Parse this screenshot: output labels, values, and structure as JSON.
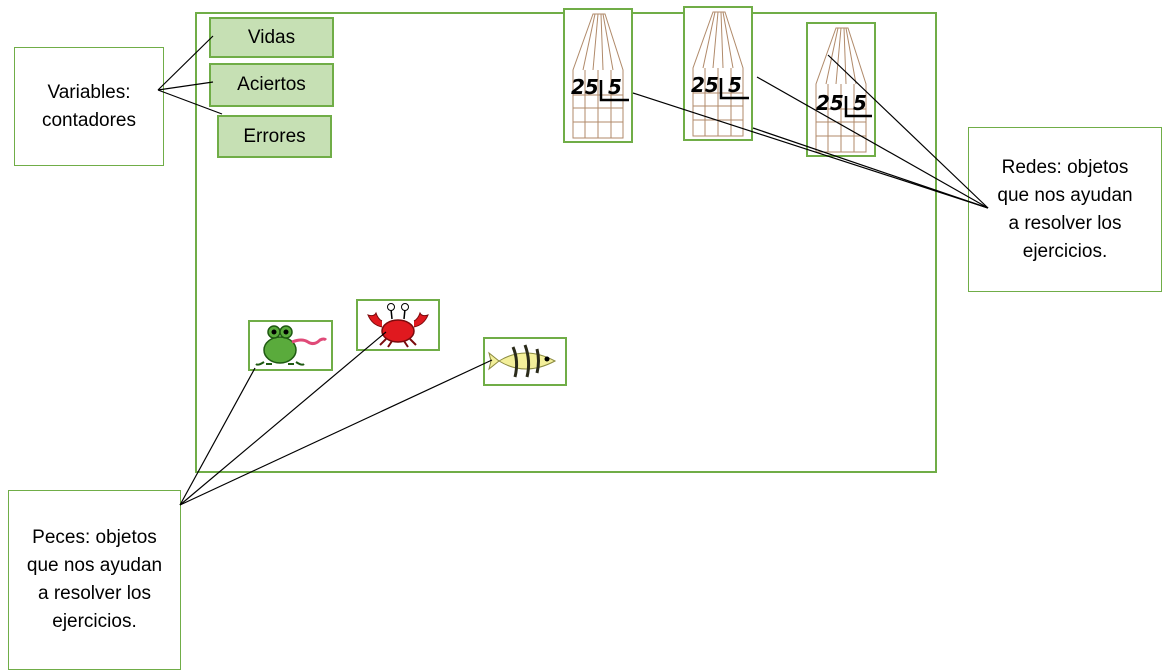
{
  "callouts": {
    "variables": {
      "line1": "Variables:",
      "line2": "contadores"
    },
    "redes": {
      "lines": [
        "Redes: objetos",
        "que nos ayudan",
        "a resolver los",
        "ejercicios."
      ]
    },
    "peces": {
      "lines": [
        "Peces: objetos",
        "que nos ayudan",
        "a resolver los",
        "ejercicios."
      ]
    }
  },
  "counters": {
    "vidas": "Vidas",
    "aciertos": "Aciertos",
    "errores": "Errores"
  },
  "nets": [
    {
      "dividend": "25",
      "divisor": "5"
    },
    {
      "dividend": "25",
      "divisor": "5"
    },
    {
      "dividend": "25",
      "divisor": "5"
    }
  ],
  "sprites": {
    "frog": "frog-icon",
    "crab": "crab-icon",
    "fish": "fish-icon"
  },
  "colors": {
    "border_green": "#70ad47",
    "counter_fill": "#c6e0b4",
    "crab_red": "#e0191f",
    "frog_green": "#5aab3c",
    "fish_yellow": "#f3ef9a"
  }
}
